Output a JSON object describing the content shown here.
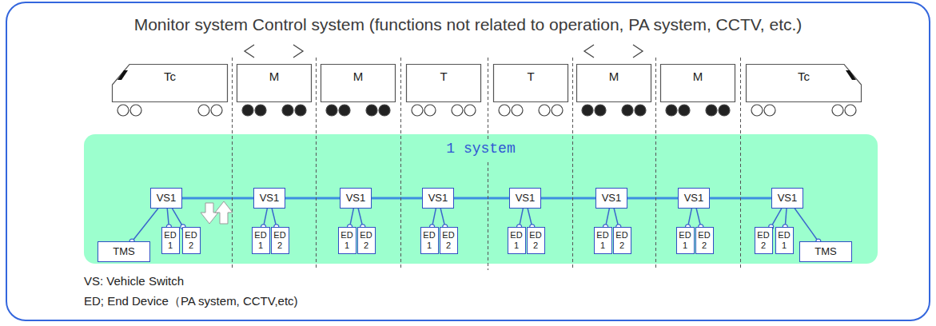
{
  "diagram": {
    "title": "Monitor system Control system (functions not related to operation, PA system, CCTV, etc.)",
    "nodes": [
      {
        "text": [
          "Tc"
        ]
      },
      {
        "text": [
          "M"
        ]
      },
      {
        "text": [
          "M"
        ]
      },
      {
        "text": [
          "T"
        ]
      },
      {
        "text": [
          "T"
        ]
      },
      {
        "text": [
          "M"
        ]
      },
      {
        "text": [
          "M"
        ]
      },
      {
        "text": [
          "Tc"
        ]
      },
      {
        "text": [
          "1 system"
        ]
      },
      {
        "text": [
          "VS1"
        ],
        "in": 8
      },
      {
        "text": [
          "TMS"
        ],
        "in": 8
      },
      {
        "text": [
          "ED 1"
        ],
        "in": 8
      },
      {
        "text": [
          "ED 2"
        ],
        "in": 8
      },
      {
        "text": [
          "VS1"
        ],
        "in": 8
      },
      {
        "text": [
          "ED 1"
        ],
        "in": 8
      },
      {
        "text": [
          "ED 2"
        ],
        "in": 8
      },
      {
        "text": [
          "VS1"
        ],
        "in": 8
      },
      {
        "text": [
          "ED 1"
        ],
        "in": 8
      },
      {
        "text": [
          "ED 2"
        ],
        "in": 8
      },
      {
        "text": [
          "VS1"
        ],
        "in": 8
      },
      {
        "text": [
          "ED 1"
        ],
        "in": 8
      },
      {
        "text": [
          "ED 2"
        ],
        "in": 8
      },
      {
        "text": [
          "VS1"
        ],
        "in": 8
      },
      {
        "text": [
          "ED 1"
        ],
        "in": 8
      },
      {
        "text": [
          "ED 2"
        ],
        "in": 8
      },
      {
        "text": [
          "VS1"
        ],
        "in": 8
      },
      {
        "text": [
          "ED 1"
        ],
        "in": 8
      },
      {
        "text": [
          "ED 2"
        ],
        "in": 8
      },
      {
        "text": [
          "VS1"
        ],
        "in": 8
      },
      {
        "text": [
          "ED 1"
        ],
        "in": 8
      },
      {
        "text": [
          "ED 2"
        ],
        "in": 8
      },
      {
        "text": [
          "VS1"
        ],
        "in": 8
      },
      {
        "text": [
          "ED 2"
        ],
        "in": 8
      },
      {
        "text": [
          "ED 1"
        ],
        "in": 8
      },
      {
        "text": [
          "TMS"
        ],
        "in": 8
      }
    ],
    "edges": [
      {
        "from": 9,
        "to": 13,
        "arrow": "none"
      },
      {
        "from": 13,
        "to": 16,
        "arrow": "none"
      },
      {
        "from": 16,
        "to": 19,
        "arrow": "none"
      },
      {
        "from": 19,
        "to": 22,
        "arrow": "none"
      },
      {
        "from": 22,
        "to": 25,
        "arrow": "none"
      },
      {
        "from": 25,
        "to": 28,
        "arrow": "none"
      },
      {
        "from": 28,
        "to": 31,
        "arrow": "none"
      },
      {
        "from": 9,
        "to": 10,
        "arrow": "none"
      },
      {
        "from": 9,
        "to": 11,
        "arrow": "none"
      },
      {
        "from": 9,
        "to": 12,
        "arrow": "none"
      },
      {
        "from": 13,
        "to": 14,
        "arrow": "none"
      },
      {
        "from": 13,
        "to": 15,
        "arrow": "none"
      },
      {
        "from": 16,
        "to": 17,
        "arrow": "none"
      },
      {
        "from": 16,
        "to": 18,
        "arrow": "none"
      },
      {
        "from": 19,
        "to": 20,
        "arrow": "none"
      },
      {
        "from": 19,
        "to": 21,
        "arrow": "none"
      },
      {
        "from": 22,
        "to": 23,
        "arrow": "none"
      },
      {
        "from": 22,
        "to": 24,
        "arrow": "none"
      },
      {
        "from": 25,
        "to": 26,
        "arrow": "none"
      },
      {
        "from": 25,
        "to": 27,
        "arrow": "none"
      },
      {
        "from": 28,
        "to": 29,
        "arrow": "none"
      },
      {
        "from": 28,
        "to": 30,
        "arrow": "none"
      },
      {
        "from": 31,
        "to": 32,
        "arrow": "none"
      },
      {
        "from": 31,
        "to": 33,
        "arrow": "none"
      },
      {
        "from": 31,
        "to": 34,
        "arrow": "none"
      }
    ],
    "labels": [
      "VS: Vehicle Switch",
      "ED; End Device（PA system, CCTV,etc)"
    ]
  }
}
